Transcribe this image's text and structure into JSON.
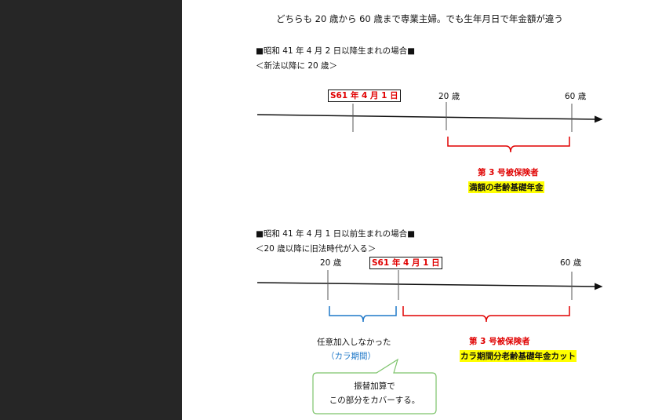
{
  "title": "どちらも 20 歳から 60 歳まで専業主婦。でも生年月日で年金額が違う",
  "case1": {
    "heading": "■昭和 41 年 4 月 2 日以降生まれの場合■",
    "subheading": "＜新法以降に 20 歳＞",
    "marker_s61": "S61 年 4 月 1 日",
    "marker_20": "20 歳",
    "marker_60": "60 歳",
    "bracket_label": "第 3 号被保険者",
    "bracket_result": "満額の老齢基礎年金"
  },
  "case2": {
    "heading": "■昭和 41 年 4 月 1 日以前生まれの場合■",
    "subheading": "＜20 歳以降に旧法時代が入る＞",
    "marker_20": "20 歳",
    "marker_s61": "S61 年 4 月 1 日",
    "marker_60": "60 歳",
    "left_label": "任意加入しなかった",
    "left_sublabel": "（カラ期間）",
    "right_label": "第 3 号被保険者",
    "right_result": "カラ期間分老齢基礎年金カット",
    "callout_line1": "振替加算で",
    "callout_line2": "この部分をカバーする。"
  },
  "colors": {
    "red": "#e00000",
    "blue": "#1f78c8",
    "highlight": "#ffff00",
    "callout_border": "#7dc36b",
    "dark_panel": "#262626"
  }
}
